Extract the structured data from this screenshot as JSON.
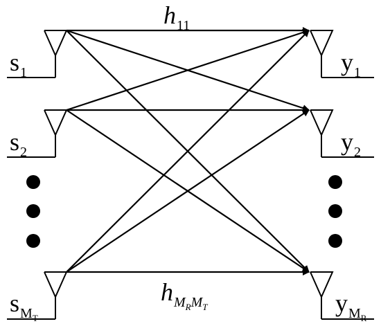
{
  "transmitters": [
    {
      "base": "s",
      "sub": "1",
      "subsub": ""
    },
    {
      "base": "s",
      "sub": "2",
      "subsub": ""
    },
    {
      "base": "s",
      "sub": "M",
      "subsub": "T"
    }
  ],
  "receivers": [
    {
      "base": "y",
      "sub": "1",
      "subsub": ""
    },
    {
      "base": "y",
      "sub": "2",
      "subsub": ""
    },
    {
      "base": "y",
      "sub": "M",
      "subsub": "R"
    }
  ],
  "channels": {
    "top": {
      "base": "h",
      "sub": "11"
    },
    "bottom": {
      "base": "h",
      "sub1": "M",
      "subsub1": "R",
      "sub2": "M",
      "subsub2": "T"
    }
  },
  "colors": {
    "line": "#000000"
  }
}
